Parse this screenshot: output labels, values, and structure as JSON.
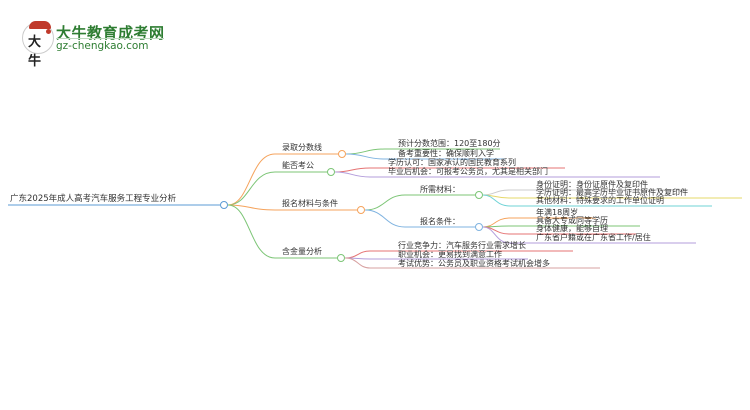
{
  "logo": {
    "glyph": "大牛",
    "title": "大牛教育成考网",
    "url": "gz-chengkao.com"
  },
  "colors": {
    "root_line": "#5b9bd5",
    "orange": "#f5a35c",
    "green": "#7cc576",
    "blue": "#7fb3e0",
    "red": "#e57373",
    "purple": "#b39ddb",
    "yellow": "#e6d86a",
    "teal": "#6fd3d6"
  },
  "root": {
    "label": "广东2025年成人高考汽车服务工程专业分析"
  },
  "branches": [
    {
      "label": "录取分数线",
      "children": [
        {
          "label": "预计分数范围：120至180分"
        },
        {
          "label": "备考重要性：确保顺利入学"
        }
      ]
    },
    {
      "label": "能否考公",
      "children": [
        {
          "label": "学历认可：国家承认的国民教育系列"
        },
        {
          "label": "毕业后机会：可报考公务员，尤其是相关部门"
        }
      ]
    },
    {
      "label": "报名材料与条件",
      "children": [
        {
          "label": "所需材料：",
          "children": [
            {
              "label": "身份证明：身份证原件及复印件"
            },
            {
              "label": "学历证明：最高学历毕业证书原件及复印件"
            },
            {
              "label": "其他材料：特殊要求的工作单位证明"
            }
          ]
        },
        {
          "label": "报名条件：",
          "children": [
            {
              "label": "年满18周岁"
            },
            {
              "label": "具备大专或同等学历"
            },
            {
              "label": "身体健康，能够自理"
            },
            {
              "label": "广东省户籍或在广东省工作/居住"
            }
          ]
        }
      ]
    },
    {
      "label": "含金量分析",
      "children": [
        {
          "label": "行业竞争力：汽车服务行业需求增长"
        },
        {
          "label": "职业机会：更易找到满意工作"
        },
        {
          "label": "考试优势：公务员及职业资格考试机会增多"
        }
      ]
    }
  ]
}
